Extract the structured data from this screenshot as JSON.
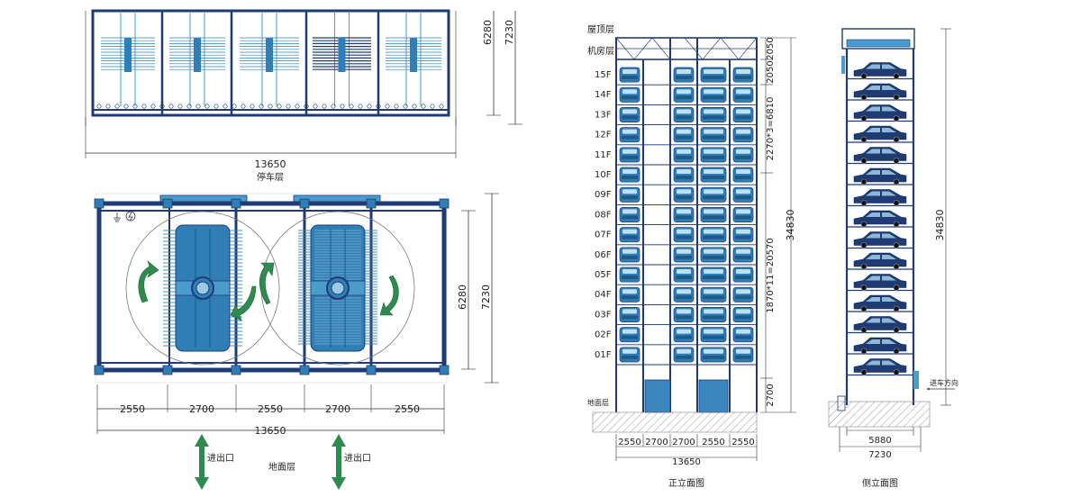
{
  "top_plan": {
    "caption": "停车层",
    "width_total": "13650",
    "right_dims": [
      "6280",
      "7230"
    ]
  },
  "ground_plan": {
    "caption": "地面层",
    "bottom_dims": [
      "2550",
      "2700",
      "2550",
      "2700",
      "2550"
    ],
    "width_total": "13650",
    "right_dims": [
      "6280",
      "7230"
    ],
    "entrance_label_1": "进出口",
    "entrance_label_2": "进出口"
  },
  "front_elevation": {
    "caption": "正立面图",
    "roof_label": "屋顶层",
    "machine_label": "机房层",
    "ground_label": "地面层",
    "floors": [
      "15F",
      "14F",
      "13F",
      "12F",
      "11F",
      "10F",
      "09F",
      "08F",
      "07F",
      "06F",
      "05F",
      "04F",
      "03F",
      "02F",
      "01F"
    ],
    "right_dims": [
      "2050",
      "2050",
      "2270*3=6810",
      "1870*11=20570",
      "2700"
    ],
    "height_total": "34830",
    "bottom_dims": [
      "2550",
      "2700",
      "2700",
      "2550",
      "2550"
    ],
    "width_total": "13650"
  },
  "side_elevation": {
    "caption": "侧立面图",
    "height_total": "34830",
    "entry_direction": "进车方向",
    "bottom_dims": [
      "5880",
      "7230"
    ]
  },
  "colors": {
    "frame": "#1f3b73",
    "blue": "#2f7fb6",
    "light_blue": "#4a9ccc",
    "green": "#2e8b4f",
    "hatch": "#999999"
  }
}
